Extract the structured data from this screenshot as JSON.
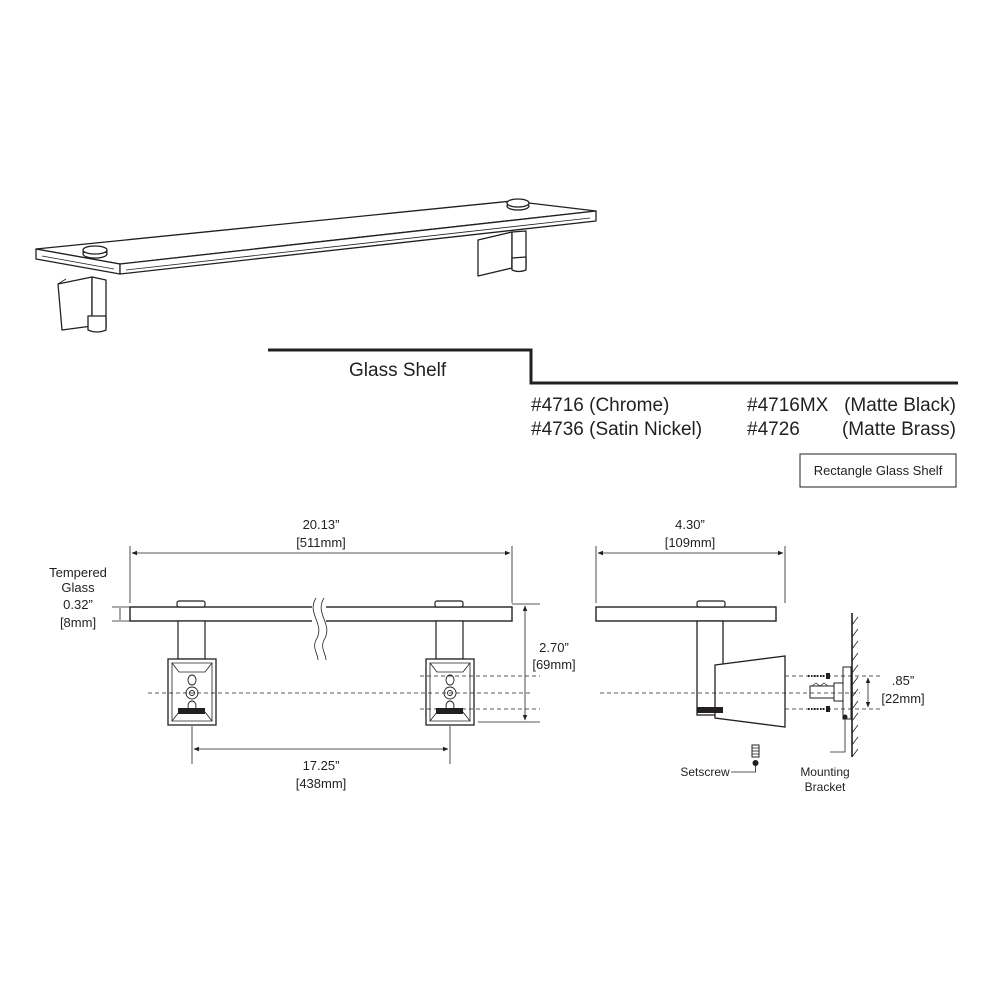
{
  "title": "Glass Shelf",
  "models": {
    "left": [
      "#4716 (Chrome)",
      "#4736 (Satin Nickel)"
    ],
    "right_number": [
      "#4716MX",
      "#4726"
    ],
    "right_finish": [
      "(Matte Black)",
      "(Matte Brass)"
    ]
  },
  "badge": "Rectangle Glass Shelf",
  "dimensions": {
    "overall_length": {
      "in": "20.13”",
      "mm": "[511mm]"
    },
    "mount_spacing": {
      "in": "17.25”",
      "mm": "[438mm]"
    },
    "height": {
      "in": "2.70”",
      "mm": "[69mm]"
    },
    "glass": {
      "label_line1": "Tempered",
      "label_line2": "Glass",
      "in": "0.32”",
      "mm": "[8mm]"
    },
    "projection": {
      "in": "4.30”",
      "mm": "[109mm]"
    },
    "bracket": {
      "in": ".85”",
      "mm": "[22mm]"
    }
  },
  "callouts": {
    "setscrew": "Setscrew",
    "mounting_line1": "Mounting",
    "mounting_line2": "Bracket"
  },
  "colors": {
    "ink": "#231f20",
    "background": "#ffffff"
  }
}
